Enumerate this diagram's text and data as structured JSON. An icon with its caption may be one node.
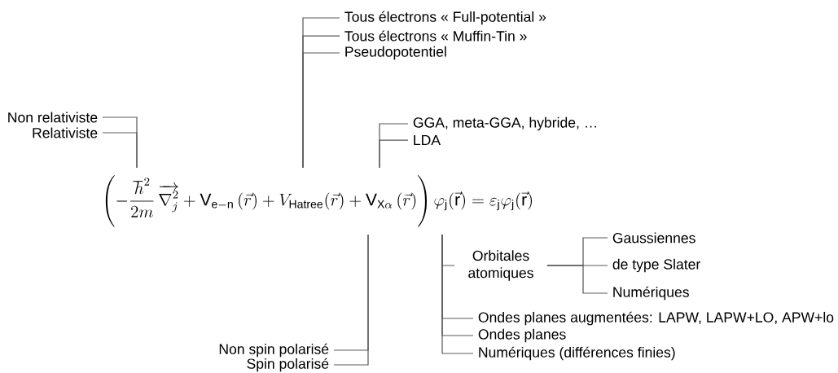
{
  "diagram": {
    "nodes": [
      {
        "text": [
          "Non relativiste"
        ]
      },
      {
        "text": [
          "Relativiste"
        ]
      },
      {
        "text": [
          "Tous électrons « Full-potential »"
        ]
      },
      {
        "text": [
          "Tous électrons « Muffin-Tin »"
        ]
      },
      {
        "text": [
          "Pseudopotentiel"
        ]
      },
      {
        "text": [
          "GGA, meta-GGA, hybride, …"
        ]
      },
      {
        "text": [
          "LDA"
        ]
      },
      {
        "text": [
          "\\left(-\\frac{\\hbar^{2}}{2m}\\,\\overrightarrow{\\nabla_{j}^{2}}+\\mathrm{V}_{\\mathrm{e-n}}\\,(\\vec{r})+V_{\\mathrm{Hatree}}(\\vec{r})+\\mathrm{V}_{\\mathrm{X}\\alpha}\\,(\\vec{r})\\right)\\varphi_{\\mathrm{j}}(\\vec{\\mathrm{r}})=\\varepsilon_{\\mathrm{j}}\\varphi_{\\mathrm{j}}(\\vec{\\mathrm{r}})"
        ]
      },
      {
        "text": [
          "Orbitales atomiques"
        ]
      },
      {
        "text": [
          "Gaussiennes"
        ]
      },
      {
        "text": [
          "de type Slater"
        ]
      },
      {
        "text": [
          "Numériques"
        ]
      },
      {
        "text": [
          "Ondes planes augmentées: LAPW, LAPW+LO, APW+lo"
        ]
      },
      {
        "text": [
          "Ondes planes"
        ]
      },
      {
        "text": [
          "Numériques (différences finies)"
        ]
      },
      {
        "text": [
          "Non spin polarisé"
        ]
      },
      {
        "text": [
          "Spin polarisé"
        ]
      }
    ],
    "edges": [
      {
        "from": 7,
        "to": 0,
        "arrow": "none"
      },
      {
        "from": 7,
        "to": 1,
        "arrow": "none"
      },
      {
        "from": 7,
        "to": 2,
        "arrow": "none"
      },
      {
        "from": 7,
        "to": 3,
        "arrow": "none"
      },
      {
        "from": 7,
        "to": 4,
        "arrow": "none"
      },
      {
        "from": 7,
        "to": 5,
        "arrow": "none"
      },
      {
        "from": 7,
        "to": 6,
        "arrow": "none"
      },
      {
        "from": 7,
        "to": 8,
        "arrow": "none"
      },
      {
        "from": 8,
        "to": 9,
        "arrow": "none"
      },
      {
        "from": 8,
        "to": 10,
        "arrow": "none"
      },
      {
        "from": 8,
        "to": 11,
        "arrow": "none"
      },
      {
        "from": 7,
        "to": 12,
        "arrow": "none"
      },
      {
        "from": 7,
        "to": 13,
        "arrow": "none"
      },
      {
        "from": 7,
        "to": 14,
        "arrow": "none"
      },
      {
        "from": 7,
        "to": 15,
        "arrow": "none"
      },
      {
        "from": 7,
        "to": 16,
        "arrow": "none"
      }
    ]
  }
}
